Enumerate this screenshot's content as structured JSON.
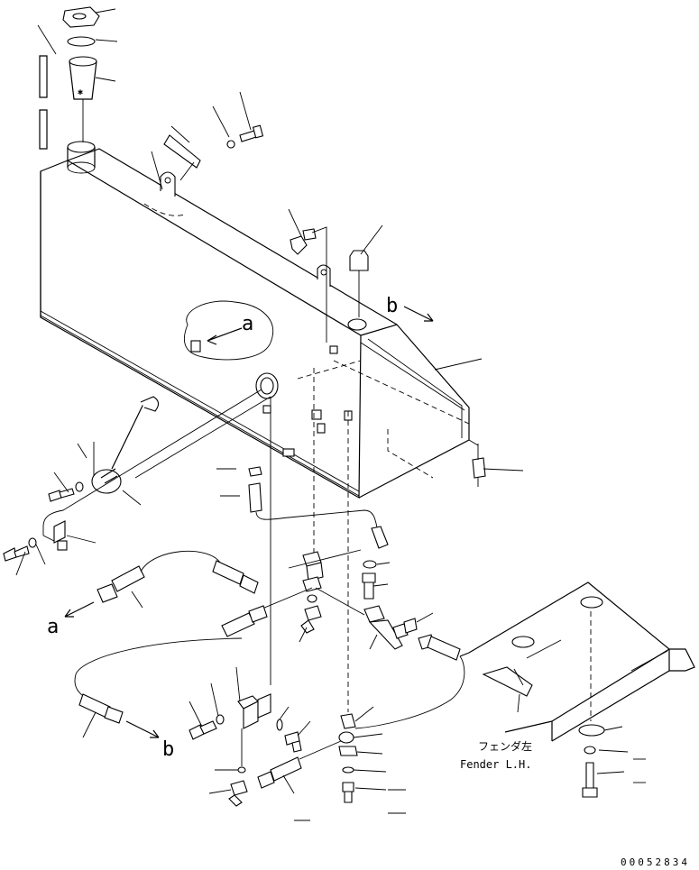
{
  "diagram": {
    "ref_a_top": "a",
    "ref_b_top": "b",
    "ref_a_bottom": "a",
    "ref_b_bottom": "b",
    "fender_jp": "フェンダ左",
    "fender_en": "Fender L.H.",
    "drawing_number": "00052834"
  }
}
